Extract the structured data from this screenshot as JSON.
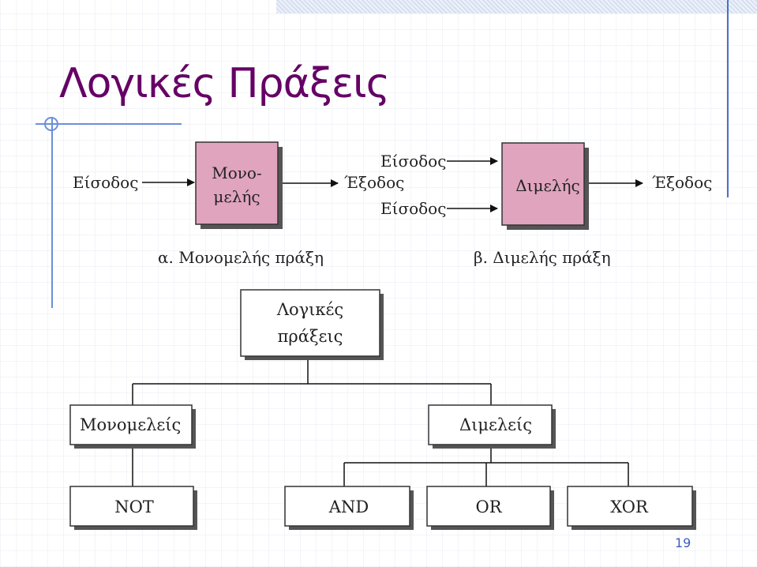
{
  "slide": {
    "title": "Λογικές Πράξεις",
    "page_number": "19"
  },
  "unary": {
    "input_label": "Είσοδος",
    "box_line1": "Μονο-",
    "box_line2": "μελής",
    "output_label": "Έξοδος",
    "caption": "α. Μονομελής πράξη"
  },
  "binary": {
    "input1_label": "Είσοδος",
    "input2_label": "Είσοδος",
    "box_label": "Διμελής",
    "output_label": "Έξοδος",
    "caption": "β. Διμελής πράξη"
  },
  "tree": {
    "root_line1": "Λογικές",
    "root_line2": "πράξεις",
    "unary_node": "Μονομελείς",
    "binary_node": "Διμελείς",
    "not_node": "NOT",
    "and_node": "AND",
    "or_node": "OR",
    "xor_node": "XOR"
  },
  "colors": {
    "title": "#660066",
    "op_box_fill": "#e0a4be",
    "accent_rule": "#6b8fd8"
  }
}
